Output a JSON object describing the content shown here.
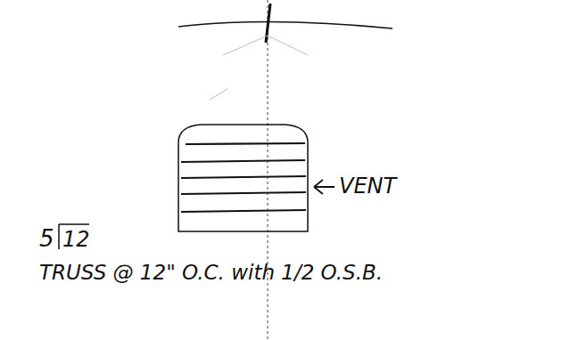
{
  "diagram": {
    "labels": [
      "VENT",
      "5",
      "12",
      "TRUSS @ 12\" O.C. with 1/2 O.S.B."
    ]
  }
}
